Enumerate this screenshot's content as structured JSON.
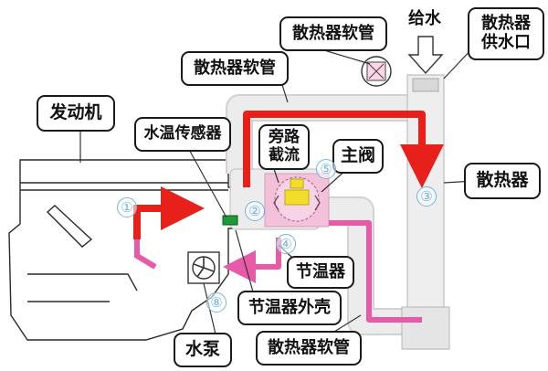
{
  "colors": {
    "hot_flow": "#e8201c",
    "cool_flow": "#e85aa8",
    "pipe": "#d4d4d4",
    "thermostat_housing": "#f3c2da",
    "main_valve": "#f2de2a",
    "sensor": "#1e9a3b",
    "number_color": "#6fb6e2"
  },
  "labels": {
    "engine": "发动机",
    "radiator_hose_top": "散热器软管",
    "radiator_hose_upper": "散热器软管",
    "water_inlet": "给水",
    "radiator_cap": "散热器\n供水口",
    "temp_sensor": "水温传感器",
    "bypass": "旁路\n截流",
    "main_valve": "主阀",
    "radiator": "散热器",
    "thermostat": "节温器",
    "thermostat_housing": "节温器外壳",
    "water_pump": "水泵",
    "radiator_hose_lower": "散热器软管"
  },
  "numbers": [
    "①",
    "②",
    "③",
    "④",
    "⑤",
    "⑧"
  ]
}
